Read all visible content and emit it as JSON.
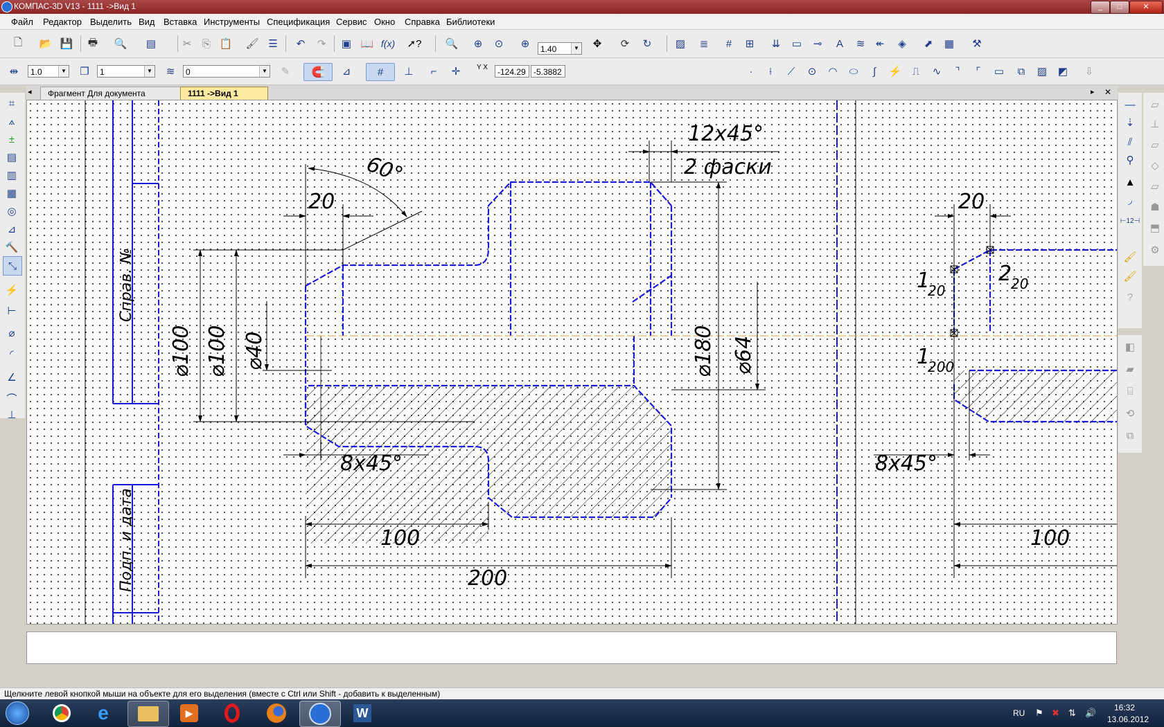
{
  "window": {
    "title": "КОМПАС-3D V13 - 1111 ->Вид 1",
    "controls": [
      "_",
      "□",
      "✕"
    ]
  },
  "menu": [
    "Файл",
    "Редактор",
    "Выделить",
    "Вид",
    "Вставка",
    "Инструменты",
    "Спецификация",
    "Сервис",
    "Окно",
    "Справка",
    "Библиотеки"
  ],
  "toolbar_top": {
    "zoom_value": "1.40"
  },
  "toolbar_props": {
    "step_value": "1.0",
    "layer_value": "1",
    "style_value": "0",
    "coord_x": "-124.29",
    "coord_y": "-5.3882",
    "coord_axis_label": "Y X"
  },
  "tabs": [
    {
      "label": "Фрагмент Для документа",
      "active": false
    },
    {
      "label": "1111 ->Вид 1",
      "active": true
    }
  ],
  "tab_nav": {
    "left": "◂",
    "right": "▸",
    "close": "✕"
  },
  "drawing": {
    "line_color": "#1a1adb",
    "dimensions": {
      "chamfer_top": "12x45°",
      "chamfer_note": "2 фаски",
      "angle": "60°",
      "d20_left": "20",
      "d20_right": "20",
      "dia100_a": "⌀100",
      "dia100_b": "⌀100",
      "dia40": "⌀40",
      "dia180": "⌀180",
      "dia64": "⌀64",
      "chamfer_bottom_left": "8x45°",
      "chamfer_bottom_right": "8x45°",
      "len100_left": "100",
      "len100_right": "100",
      "len200": "200",
      "label_1_20": "1",
      "sub_1_20": "20",
      "label_2_20": "2",
      "sub_2_20": "20",
      "label_1_200": "1",
      "sub_1_200": "200"
    },
    "frame_labels": {
      "sprav": "Справ. №",
      "podp": "Подп. и дата"
    }
  },
  "status_text": "Щелкните левой кнопкой мыши на объекте для его выделения (вместе с Ctrl или Shift - добавить к выделенным)",
  "taskbar": {
    "lang": "RU",
    "time": "16:32",
    "date": "13.06.2012"
  }
}
